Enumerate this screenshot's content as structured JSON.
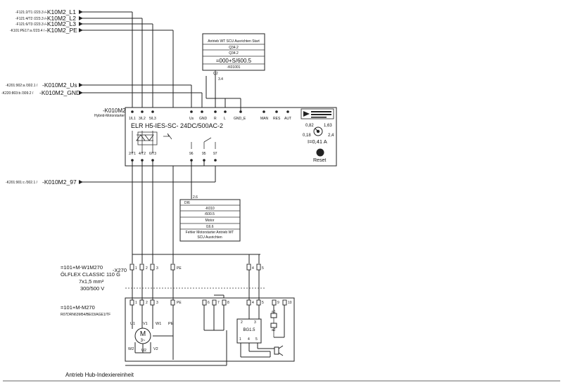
{
  "signals": {
    "l1": {
      "src": "-F121:2/T1 /223.3 /",
      "name": "-K10M2_L1"
    },
    "l2": {
      "src": "-F121:4/T2 /223.3 /",
      "name": "-K10M2_L2"
    },
    "l3": {
      "src": "-F121:6/T3 /223.3 /",
      "name": "-K10M2_L3"
    },
    "pe": {
      "src": "-K101:PE17:a /223.4 /",
      "name": "-K10M2_PE"
    },
    "us": {
      "src": "-K201:902:a /302.1 /",
      "name": "-K010M2_Us"
    },
    "gnd": {
      "src": "-K220:803:b /309.2 /",
      "name": "-K010M2_GND"
    },
    "s97": {
      "src": "-K201:901:c /302.1 /",
      "name": "-K010M2_97"
    }
  },
  "ref_top": {
    "title": "Antrieb WT SCU Ausrichten Start",
    "rows": [
      "Q34.2",
      "Q34.2",
      "=000+S/600.5",
      "-K01001"
    ],
    "addr": "Q2",
    "page": "3.4"
  },
  "ref_bottom": {
    "addr": "2.6",
    "rows": [
      "DI6",
      "-K010",
      "/600.5",
      "Motor",
      "I16.6"
    ],
    "note_line1": "Fehler Motorstarter Antrieb WT",
    "note_line2": "SCU Ausrichten"
  },
  "starter": {
    "tag": "-K010M2",
    "tag_sub": "Hybrid-Motorstarter",
    "model": "ELR H5-IES-SC- 24DC/500AC-2",
    "top_terminals": [
      "1/L1",
      "3/L2",
      "5/L3",
      "Us",
      "GND",
      "R",
      "L",
      "GND_E",
      "MAN",
      "RES",
      "AUT"
    ],
    "bottom_terminals": [
      "2/T1",
      "4/T2",
      "6/T3",
      "96",
      "95",
      "97"
    ],
    "dial_values": [
      "0,82",
      "1,63",
      "0,18",
      "2,4"
    ],
    "current": "I=0,41 A",
    "reset": "Reset"
  },
  "cable": {
    "tag": "=101+M-W1M270",
    "type": "ÖLFLEX CLASSIC 110 G",
    "cross": "7x1,5 mm²",
    "voltage": "300/500 V",
    "terminal": "-X270",
    "cores": [
      "1",
      "2",
      "3",
      "PE",
      "4",
      "5"
    ]
  },
  "motor": {
    "tag": "=101+M-M270",
    "part": "R07DRN63M54/BE03/AGE1/TF",
    "terminals": [
      "1",
      "2",
      "3",
      "PE",
      "6",
      "7",
      "8",
      "4",
      "5",
      "9",
      "10"
    ],
    "windings": [
      "U1",
      "V1",
      "W1",
      "PE",
      "W2",
      "U2",
      "V2"
    ],
    "symbol": "M",
    "symbol_sub": "3~",
    "rectifier": "BG1.5",
    "rectifier_pins": [
      "2",
      "3",
      "1",
      "4",
      "5"
    ],
    "brake_pins": [
      "a1",
      "a2"
    ]
  },
  "footer": "Antrieb Hub-Indexiereinheit"
}
